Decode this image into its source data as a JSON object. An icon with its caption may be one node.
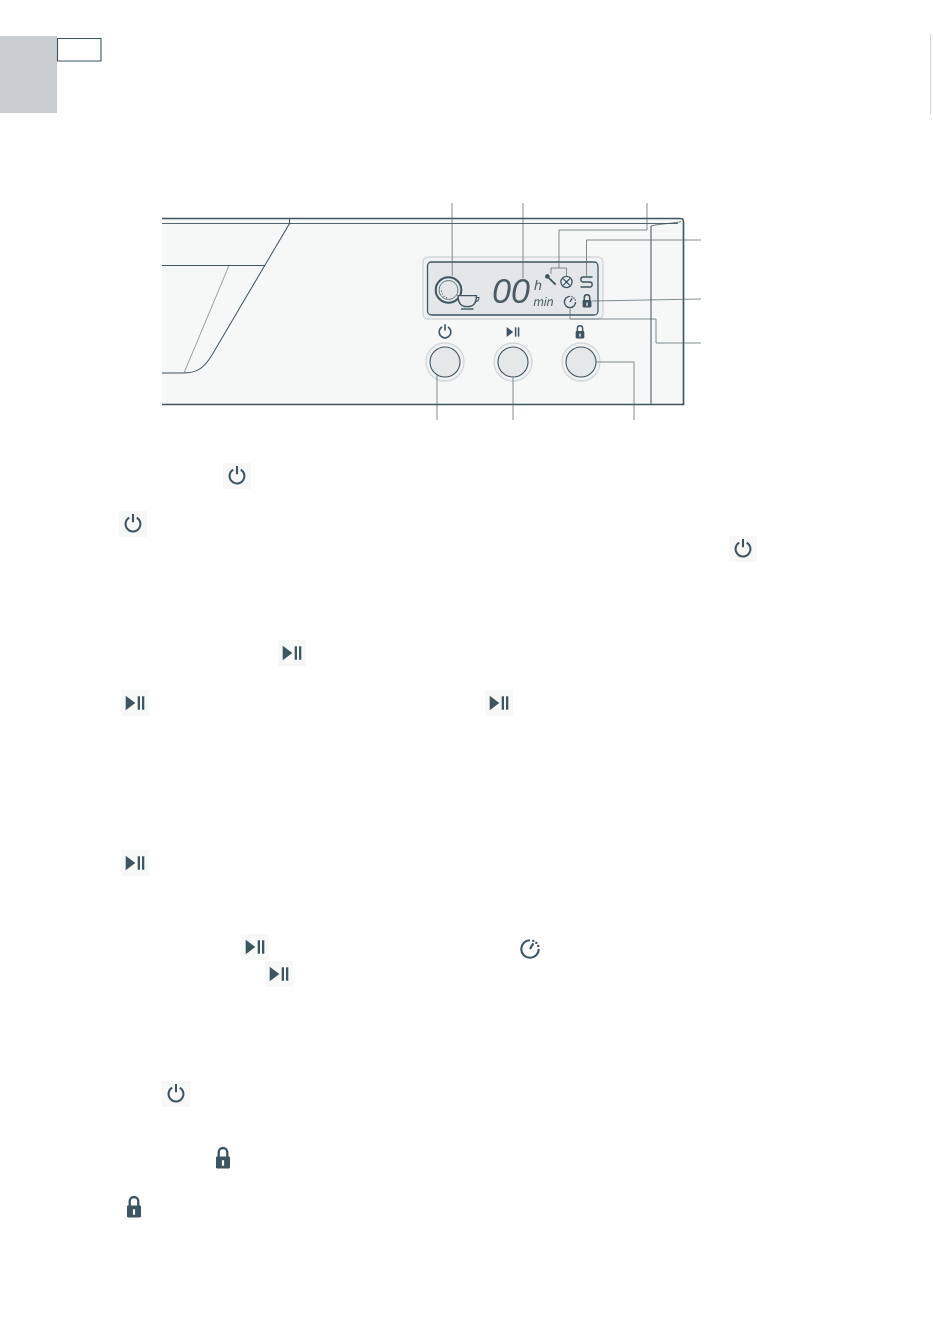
{
  "diagram": {
    "nodes": [
      {
        "text": [],
        "shape": "picture"
      },
      {
        "text": [
          "00"
        ]
      },
      {
        "text": [],
        "shape": "picture"
      },
      {
        "text": [],
        "shape": "picture"
      },
      {
        "text": [],
        "shape": "picture"
      },
      {
        "text": [],
        "shape": "picture"
      },
      {
        "text": [],
        "shape": "picture"
      },
      {
        "text": [],
        "shape": "circle"
      },
      {
        "text": [],
        "shape": "circle"
      },
      {
        "text": [],
        "shape": "circle"
      }
    ],
    "edges": [
      {
        "from": null,
        "to": 0,
        "arrow": "none"
      },
      {
        "from": null,
        "to": 1,
        "arrow": "none"
      },
      {
        "from": null,
        "to": 2,
        "arrow": "none"
      },
      {
        "from": null,
        "to": 3,
        "arrow": "none"
      },
      {
        "from": null,
        "to": 4,
        "arrow": "none"
      },
      {
        "from": null,
        "to": 6,
        "arrow": "none"
      },
      {
        "from": null,
        "to": 5,
        "arrow": "none"
      },
      {
        "from": null,
        "to": 7,
        "arrow": "none"
      },
      {
        "from": null,
        "to": 8,
        "arrow": "none"
      },
      {
        "from": null,
        "to": 9,
        "arrow": "none"
      }
    ],
    "labels": [
      "h",
      "min"
    ]
  }
}
